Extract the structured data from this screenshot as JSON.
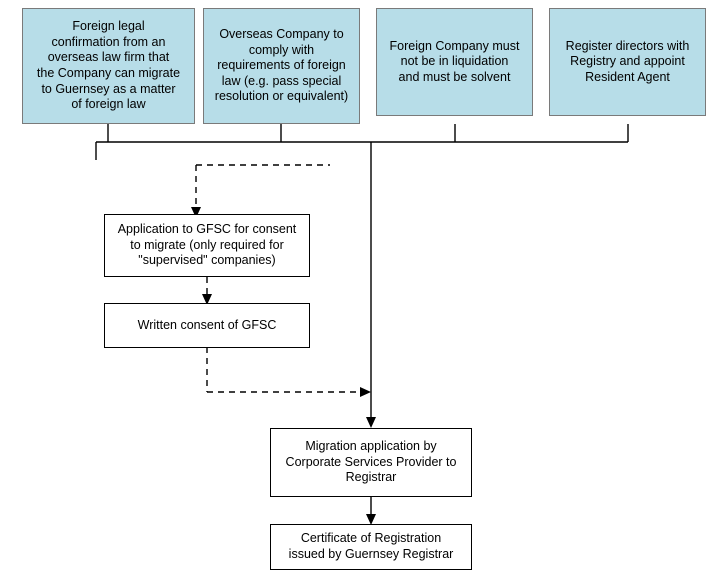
{
  "diagram": {
    "title": "Guernsey migration process flowchart",
    "colors": {
      "top_box_fill": "#b7dde8",
      "top_box_border": "#7a7a7a",
      "plain_box_fill": "#ffffff",
      "plain_box_border": "#000000",
      "connector": "#000000",
      "background": "#ffffff"
    },
    "top_nodes": [
      {
        "id": "foreign-legal-confirmation",
        "text": "Foreign legal\nconfirmation from an\noverseas law firm that\nthe Company can migrate\nto Guernsey as a matter\nof foreign law"
      },
      {
        "id": "overseas-company-compliance",
        "text": "Overseas Company to\ncomply with\nrequirements of foreign\nlaw (e.g. pass special\nresolution or equivalent)"
      },
      {
        "id": "not-in-liquidation",
        "text": "Foreign Company must\nnot be in liquidation\nand must be solvent"
      },
      {
        "id": "register-directors",
        "text": "Register directors with\nRegistry and appoint\nResident Agent"
      }
    ],
    "process_nodes": [
      {
        "id": "gfsc-application",
        "text": "Application to GFSC for consent\nto migrate (only required for\n\"supervised\" companies)"
      },
      {
        "id": "written-consent",
        "text": "Written consent of GFSC"
      },
      {
        "id": "migration-application",
        "text": "Migration application by\nCorporate Services Provider to\nRegistrar"
      },
      {
        "id": "certificate-of-registration",
        "text": "Certificate of Registration\nissued by Guernsey Registrar"
      }
    ]
  }
}
